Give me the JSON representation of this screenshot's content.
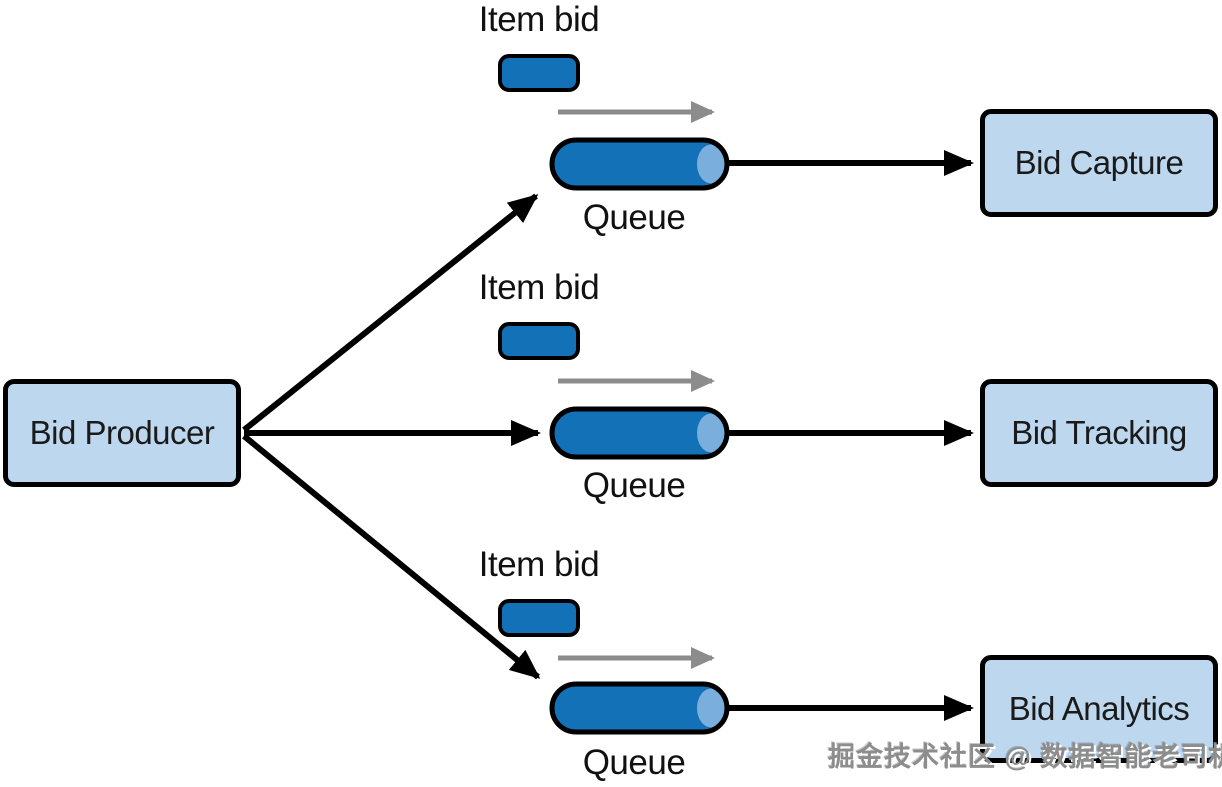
{
  "diagram": {
    "producer": {
      "label": "Bid Producer"
    },
    "rows": [
      {
        "item_label": "Item bid",
        "queue_label": "Queue",
        "consumer_label": "Bid Capture"
      },
      {
        "item_label": "Item bid",
        "queue_label": "Queue",
        "consumer_label": "Bid Tracking"
      },
      {
        "item_label": "Item bid",
        "queue_label": "Queue",
        "consumer_label": "Bid Analytics"
      }
    ],
    "watermark": "掘金技术社区 @ 数据智能老司机",
    "colors": {
      "node_fill": "#bdd7ee",
      "node_border": "#000000",
      "message_fill": "#1271b7",
      "cylinder_fill": "#1271b7",
      "cylinder_cap_fill": "#7aaedd",
      "black_arrow": "#000000",
      "gray_flow_arrow": "#8c8c8c",
      "watermark_text": "#8d8d8d"
    }
  }
}
